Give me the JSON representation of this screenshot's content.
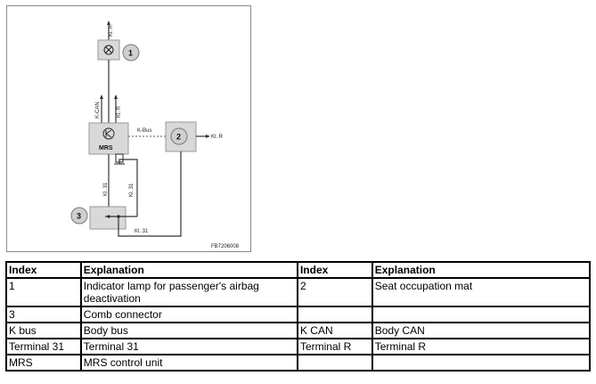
{
  "diagram": {
    "labels": {
      "kl_r_top": "Kl. R",
      "k_can": "K-CAN",
      "kl_r_mid": "Kl. R",
      "mrs": "MRS",
      "k_bus": "K-Bus",
      "kl_r_right": "Kl. R",
      "kl31_left": "Kl. 31",
      "kl31_right": "Kl. 31",
      "kl31_bottom": "Kl. 31",
      "code": "FB7206008"
    },
    "callouts": [
      "1",
      "2",
      "3"
    ]
  },
  "table": {
    "headers": [
      "Index",
      "Explanation",
      "Index",
      "Explanation"
    ],
    "rows": [
      [
        "1",
        "Indicator lamp for passenger's airbag deactivation",
        "2",
        "Seat occupation mat"
      ],
      [
        "3",
        "Comb connector",
        "",
        ""
      ],
      [
        "K bus",
        "Body bus",
        "K CAN",
        "Body CAN"
      ],
      [
        "Terminal 31",
        "Terminal 31",
        "Terminal R",
        "Terminal R"
      ],
      [
        "MRS",
        "MRS control unit",
        "",
        ""
      ]
    ]
  },
  "colors": {
    "box_fill": "#d9d9d9",
    "line": "#333333",
    "callout_fill": "#cfcfcf"
  }
}
